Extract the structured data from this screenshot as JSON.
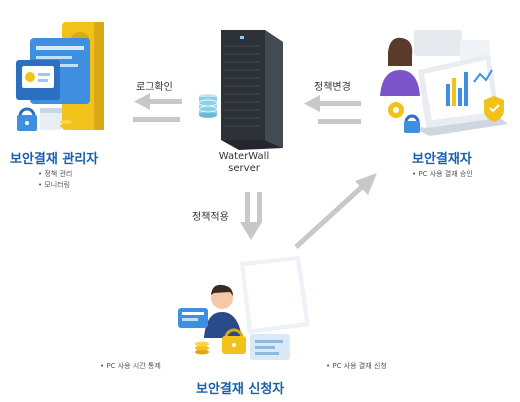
{
  "server": {
    "line1": "WaterWall",
    "line2": "server"
  },
  "admin": {
    "title": "보안결재 관리자",
    "bullets": [
      "• 정책 관리",
      "• 모니터링"
    ]
  },
  "approver": {
    "title": "보안결재자",
    "bullets": [
      "• PC 사용 결재 승인"
    ]
  },
  "requester": {
    "title": "보안결재 신청자",
    "bullet_left": "• PC 사용 시간 통제",
    "bullet_right": "• PC 사용 결재 신청"
  },
  "flows": {
    "log_check": "로그확인",
    "policy_change": "정책변경",
    "policy_apply": "정책적용"
  },
  "colors": {
    "title_blue": "#1a5fa8",
    "arrow_gray": "#c8c8c8",
    "accent_yellow": "#f2c21b",
    "accent_blue": "#3f8fe0"
  }
}
